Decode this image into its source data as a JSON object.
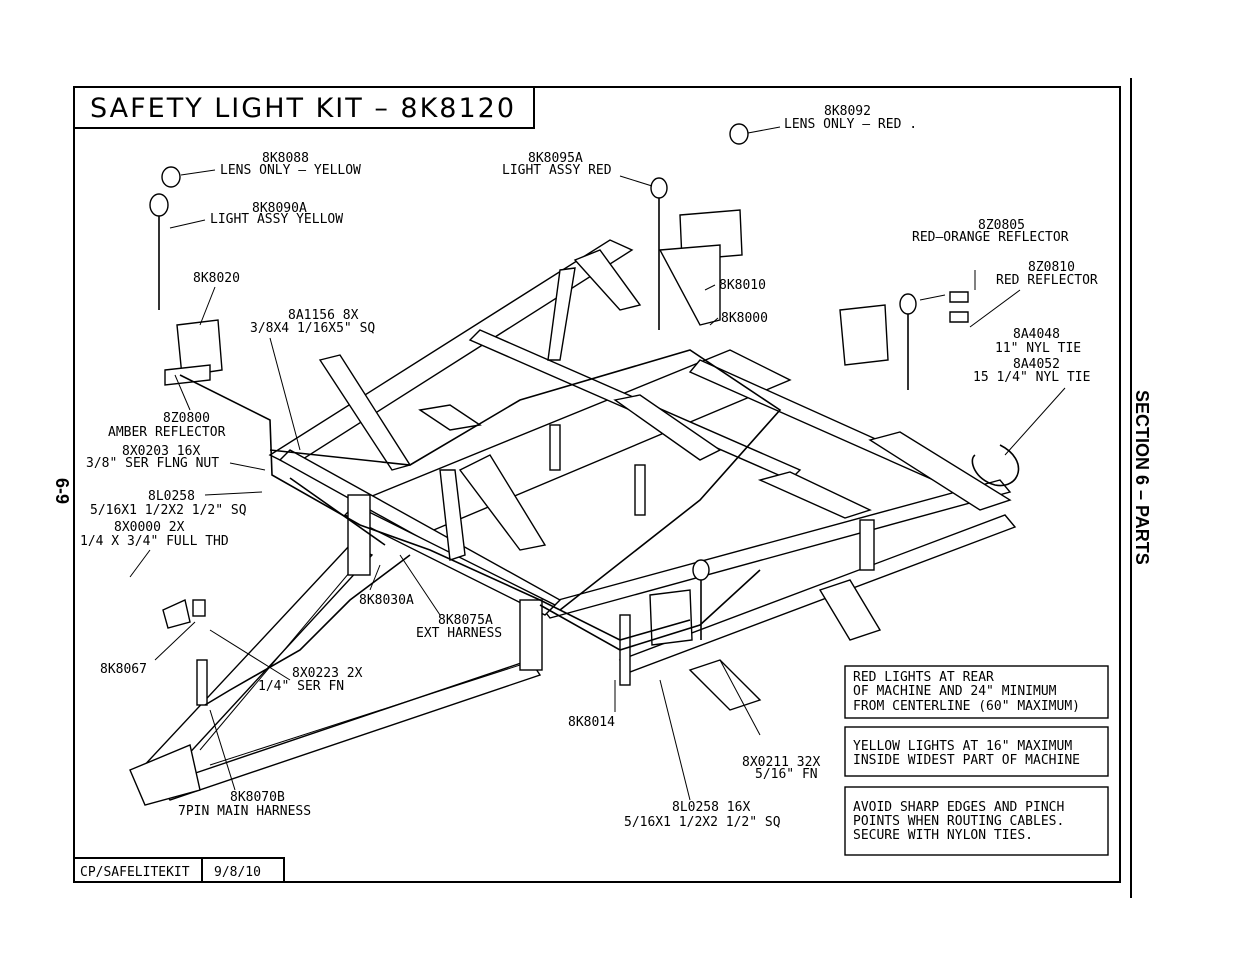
{
  "title": "SAFETY LIGHT KIT – 8K8120",
  "page_number": "6-9",
  "section": "SECTION 6 – PARTS",
  "footer": {
    "drawing_id": "CP/SAFELITEKIT",
    "date": "9/8/10"
  },
  "callouts": {
    "c8K8092": [
      "8K8092",
      "LENS ONLY – RED ."
    ],
    "c8K8088": [
      "8K8088",
      "LENS ONLY – YELLOW"
    ],
    "c8K8095A": [
      "8K8095A",
      "LIGHT ASSY RED"
    ],
    "c8K8090A": [
      "8K8090A",
      "LIGHT ASSY YELLOW"
    ],
    "c8Z0805": [
      "8Z0805",
      "RED–ORANGE REFLECTOR"
    ],
    "c8Z0810": [
      "8Z0810",
      "RED REFLECTOR"
    ],
    "c8K8020": [
      "8K8020"
    ],
    "c8K8010": [
      "8K8010"
    ],
    "c8A1156": [
      "8A1156 8X",
      "3/8X4 1/16X5\" SQ"
    ],
    "c8K8000": [
      "8K8000"
    ],
    "c8A4048": [
      "8A4048",
      "11\" NYL TIE",
      "8A4052",
      "15 1/4\" NYL TIE"
    ],
    "c8Z0800": [
      "8Z0800",
      "AMBER REFLECTOR"
    ],
    "c8X0203": [
      "8X0203 16X",
      "3/8\" SER FLNG NUT"
    ],
    "c8L0258a": [
      "8L0258",
      "5/16X1 1/2X2 1/2\" SQ"
    ],
    "c8X0000": [
      "8X0000 2X",
      "1/4 X 3/4\" FULL THD"
    ],
    "c8K8030A": [
      "8K8030A"
    ],
    "c8K8075A": [
      "8K8075A",
      "EXT HARNESS"
    ],
    "c8K8067": [
      "8K8067"
    ],
    "c8X0223": [
      "8X0223 2X",
      "1/4\" SER FN"
    ],
    "c8K8014": [
      "8K8014"
    ],
    "c8X0211": [
      "8X0211 32X",
      "5/16\" FN"
    ],
    "c8K8070B": [
      "8K8070B",
      "7PIN MAIN HARNESS"
    ],
    "c8L0258b": [
      "8L0258 16X",
      "5/16X1 1/2X2 1/2\" SQ"
    ]
  },
  "notes": [
    [
      "RED LIGHTS AT REAR",
      "OF MACHINE AND 24\" MINIMUM",
      "FROM CENTERLINE (60\" MAXIMUM)"
    ],
    [
      "YELLOW LIGHTS AT 16\" MAXIMUM",
      "INSIDE WIDEST PART OF MACHINE"
    ],
    [
      "AVOID SHARP EDGES AND PINCH",
      "POINTS WHEN ROUTING CABLES.",
      "SECURE WITH NYLON TIES."
    ]
  ]
}
